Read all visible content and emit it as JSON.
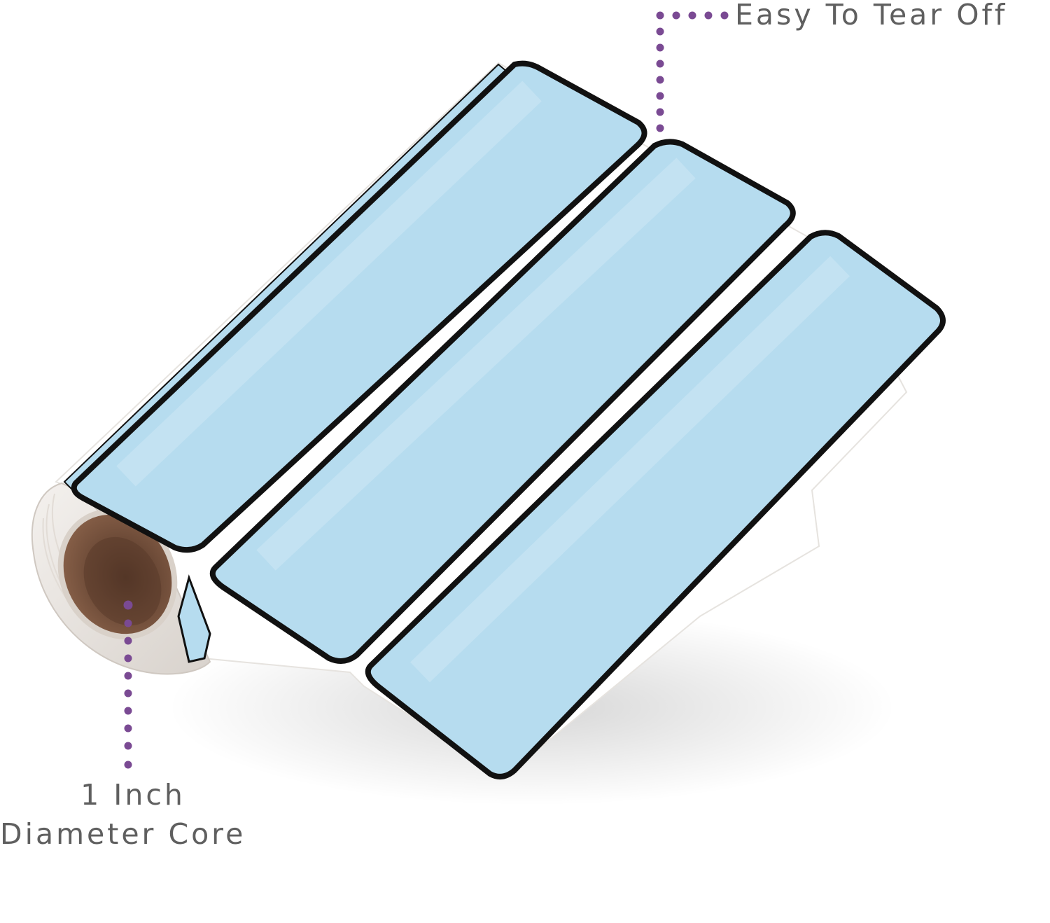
{
  "callouts": {
    "tear_off": "Easy To Tear Off",
    "core_line1": "1 Inch",
    "core_line2": "Diameter Core"
  },
  "colors": {
    "label_blue": "#b6dcef",
    "label_border": "#111111",
    "backing_white": "#ffffff",
    "core_brown": "#6f4a35",
    "dot_purple": "#7a4a93",
    "text_gray": "#5f5f5f"
  },
  "icons": {
    "tear_off_pointer": "dotted-leader-line",
    "core_pointer": "dotted-leader-line"
  }
}
